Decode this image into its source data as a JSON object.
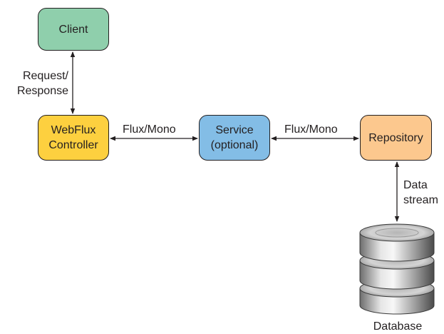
{
  "nodes": {
    "client": {
      "label": "Client",
      "color": "#8fcfac"
    },
    "controller": {
      "label": "WebFlux\nController",
      "color": "#fdd03f"
    },
    "service": {
      "label": "Service\n(optional)",
      "color": "#83bde6"
    },
    "repository": {
      "label": "Repository",
      "color": "#fcc88e"
    }
  },
  "edges": {
    "client_controller": "Request/\nResponse",
    "controller_service": "Flux/Mono",
    "service_repository": "Flux/Mono",
    "repository_database": "Data\nstream"
  },
  "database": {
    "label": "Database",
    "icon": "database-cylinder-icon"
  }
}
